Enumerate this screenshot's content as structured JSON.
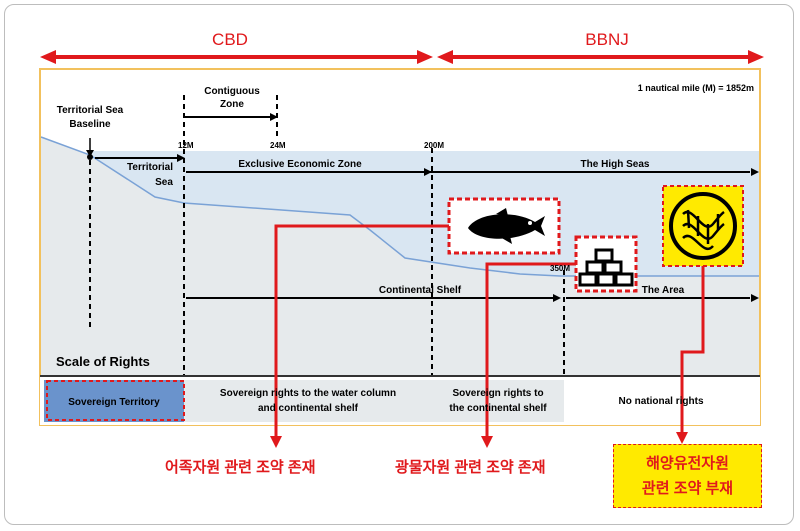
{
  "header": {
    "left": "CBD",
    "right": "BBNJ"
  },
  "diagram": {
    "note": "1 nautical mile (M) = 1852m",
    "baseline_label": [
      "Territorial Sea",
      "Baseline"
    ],
    "contiguous_label": [
      "Contiguous",
      "Zone"
    ],
    "marks": [
      "12M",
      "24M",
      "200M",
      "350M"
    ],
    "territorial_label": [
      "Territorial",
      "Sea"
    ],
    "eez_label": "Exclusive Economic Zone",
    "high_seas_label": "The High Seas",
    "continental_shelf_label": "Continental Shelf",
    "area_label": "The Area",
    "scale_title": "Scale of Rights",
    "rights": {
      "sovereign": "Sovereign Territory",
      "water_column": [
        "Sovereign rights to the water column",
        "and continental shelf"
      ],
      "shelf": [
        "Sovereign rights to",
        "the continental shelf"
      ],
      "none": "No national rights"
    }
  },
  "captions": {
    "fish": "어족자원 관련 조약 존재",
    "mineral": "광물자원 관련 조약 존재",
    "genetic": [
      "해양유전자원",
      "관련 조약 부재"
    ]
  },
  "colors": {
    "red": "#e0191c",
    "sea": "#d9e6f2",
    "rights_blue": "#6a93cc",
    "yellow": "#ffea00",
    "outline": "#f2c15d"
  }
}
